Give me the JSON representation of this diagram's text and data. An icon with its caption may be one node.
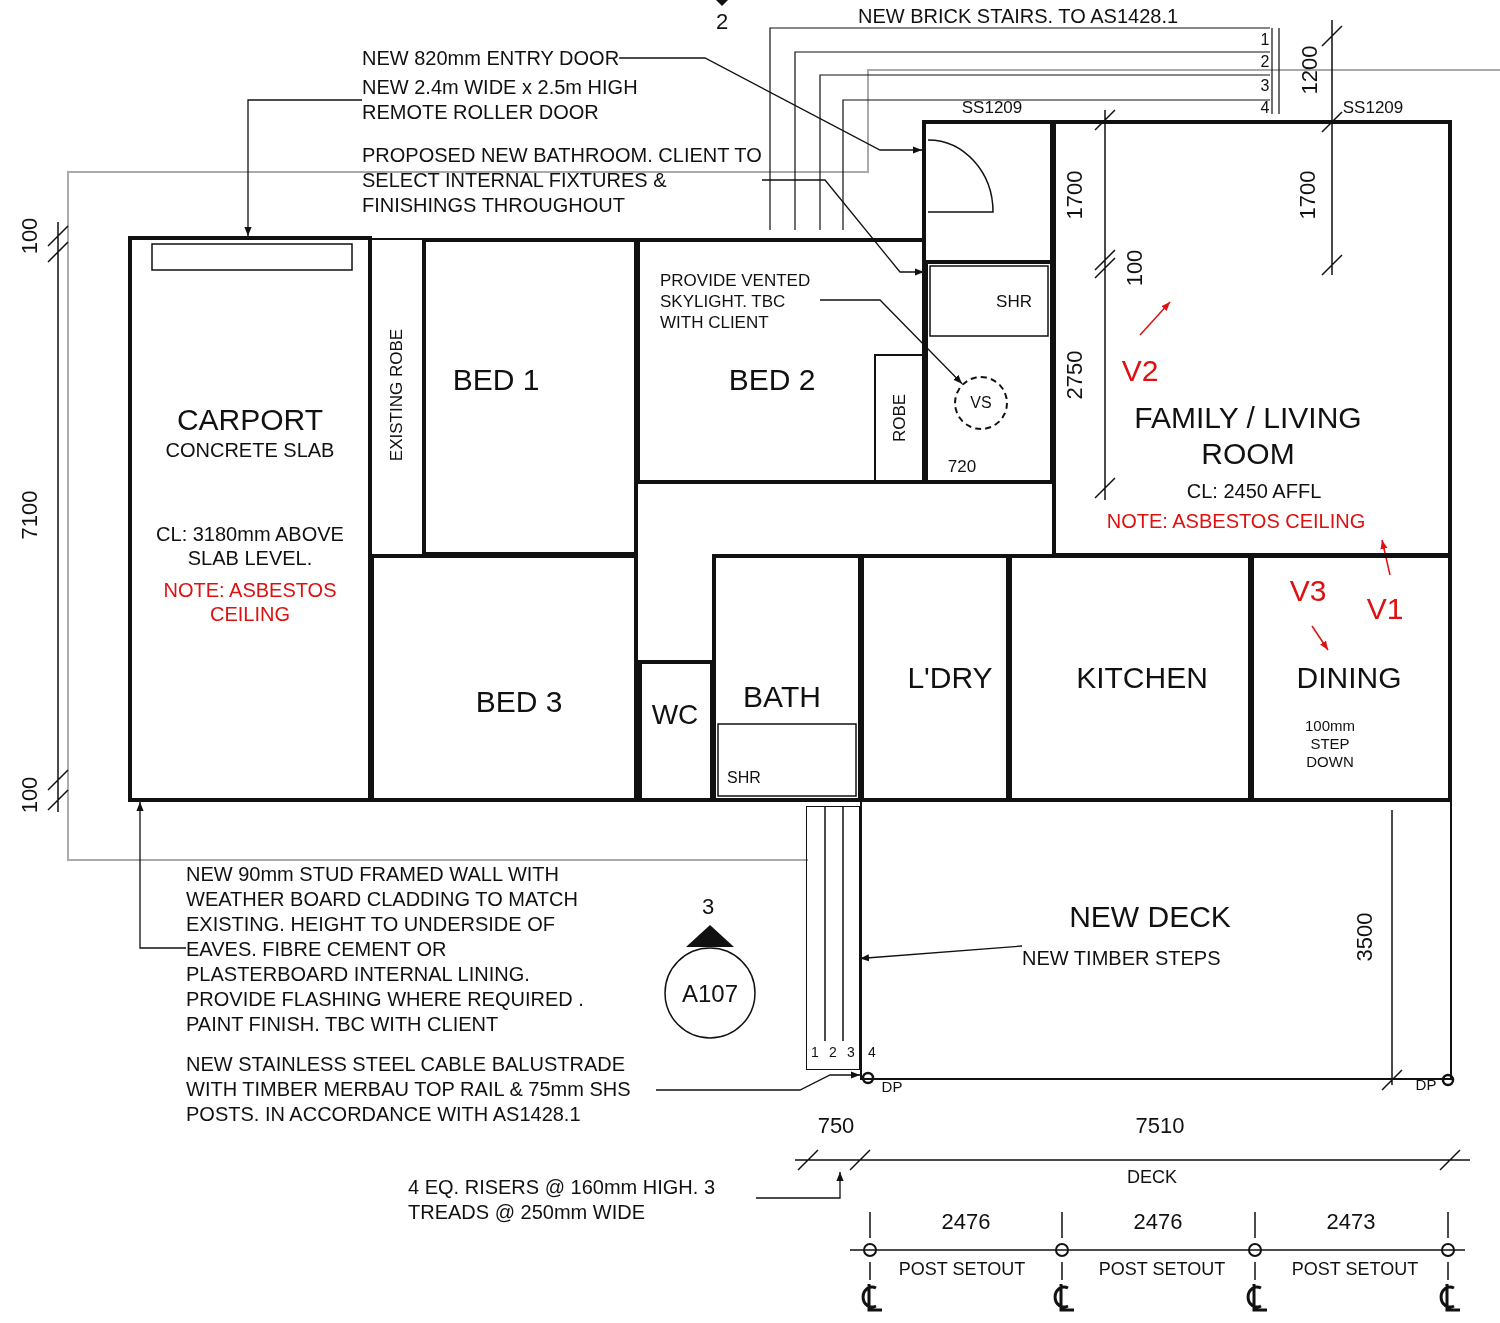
{
  "diagram": {
    "nodes": [
      {
        "text": [
          "CARPORT",
          "CONCRETE SLAB",
          "CL: 3180mm ABOVE SLAB LEVEL.",
          "NOTE: ASBESTOS CEILING"
        ]
      },
      {
        "text": [
          "EXISTING ROBE"
        ]
      },
      {
        "text": [
          "BED 1"
        ]
      },
      {
        "text": [
          "BED 2"
        ]
      },
      {
        "text": [
          "ROBE"
        ],
        "in": 3
      },
      {
        "text": [
          "SHR"
        ]
      },
      {
        "text": [
          "VS"
        ],
        "in": 5
      },
      {
        "text": [
          "FAMILY / LIVING ROOM",
          "CL: 2450 AFFL",
          "NOTE: ASBESTOS CEILING"
        ]
      },
      {
        "text": [
          "BED 3"
        ]
      },
      {
        "text": [
          "WC"
        ]
      },
      {
        "text": [
          "BATH",
          "SHR"
        ]
      },
      {
        "text": [
          "L'DRY"
        ]
      },
      {
        "text": [
          "KITCHEN"
        ]
      },
      {
        "text": [
          "DINING",
          "100mm STEP DOWN"
        ]
      },
      {
        "text": [
          "NEW DECK"
        ]
      },
      {
        "text": [
          "NEW TIMBER STEPS"
        ],
        "in": 14
      },
      {
        "text": [
          "NEW 820mm ENTRY DOOR"
        ]
      },
      {
        "text": [
          "NEW 2.4m WIDE x 2.5m HIGH REMOTE ROLLER DOOR"
        ]
      },
      {
        "text": [
          "PROPOSED NEW BATHROOM. CLIENT TO SELECT INTERNAL FIXTURES & FINISHINGS THROUGHOUT"
        ]
      },
      {
        "text": [
          "PROVIDE VENTED SKYLIGHT. TBC WITH CLIENT"
        ],
        "in": 3
      },
      {
        "text": [
          "NEW 90mm STUD FRAMED WALL WITH WEATHER BOARD CLADDING TO MATCH EXISTING. HEIGHT TO UNDERSIDE OF EAVES. FIBRE CEMENT OR PLASTERBOARD INTERNAL LINING. PROVIDE FLASHING WHERE REQUIRED . PAINT FINISH. TBC WITH CLIENT"
        ]
      },
      {
        "text": [
          "NEW STAINLESS STEEL CABLE BALUSTRADE WITH TIMBER MERBAU TOP RAIL & 75mm SHS POSTS. IN ACCORDANCE WITH AS1428.1"
        ]
      },
      {
        "text": [
          "4 EQ. RISERS @ 160mm HIGH. 3 TREADS @ 250mm WIDE"
        ]
      },
      {
        "text": [
          "3",
          "A107"
        ]
      },
      {
        "text": [],
        "shape": "box"
      },
      {
        "text": [],
        "shape": "box"
      }
    ],
    "edges": [
      {
        "from": 16,
        "to": 24,
        "arrow": "to"
      },
      {
        "from": 17,
        "to": 0,
        "arrow": "to"
      },
      {
        "from": 18,
        "to": 5,
        "arrow": "to"
      },
      {
        "from": 19,
        "to": 6,
        "arrow": "to"
      },
      {
        "from": 20,
        "to": 0,
        "arrow": "to"
      },
      {
        "from": 21,
        "to": 14,
        "arrow": "to"
      },
      {
        "from": 22,
        "to": null,
        "arrow": "to"
      },
      {
        "from": 15,
        "to": 25,
        "arrow": "to"
      }
    ],
    "labels": [
      "2",
      "NEW BRICK STAIRS. TO AS1428.1",
      "1",
      "2",
      "3",
      "4",
      "1200",
      "SS1209",
      "SS1209",
      "1700",
      "1700",
      "100",
      "100",
      "V2",
      "2750",
      "7100",
      "720",
      "V3",
      "V1",
      "100",
      "3500",
      "1",
      "2",
      "3",
      "4",
      "DP",
      "DP",
      "750",
      "7510",
      "DECK",
      "2476",
      "2476",
      "2473",
      "POST SETOUT",
      "POST SETOUT",
      "POST SETOUT"
    ]
  }
}
